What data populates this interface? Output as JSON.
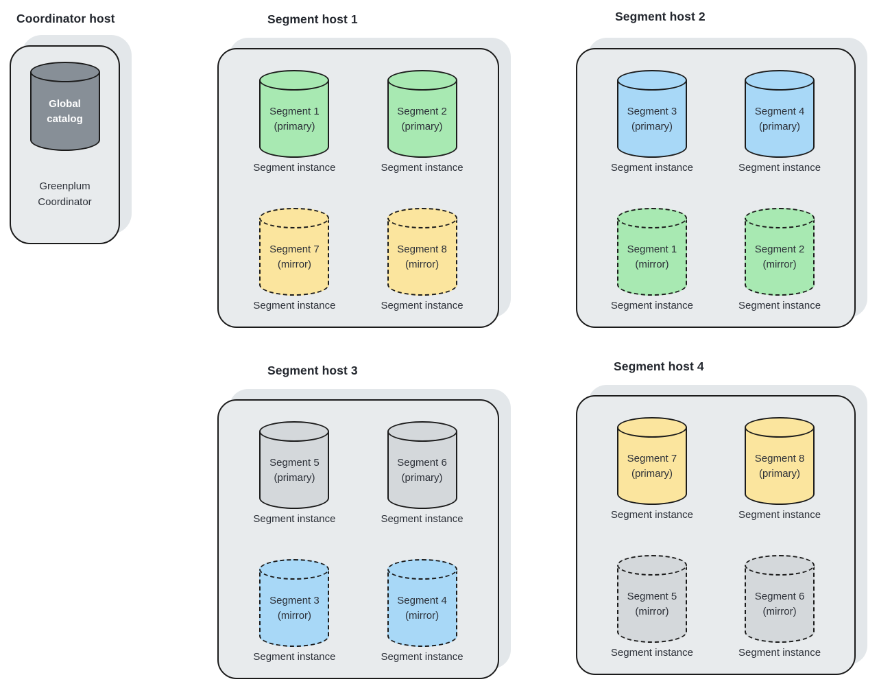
{
  "palette": {
    "green": "#a8e9b2",
    "blue": "#a8d8f7",
    "yellow": "#fbe59e",
    "gray": "#d4d8db",
    "dark_gray": "#878f97",
    "host_bg": "#e8ebed",
    "shadow": "#e3e7ea",
    "border": "#1b1b1b"
  },
  "coordinator": {
    "title": "Coordinator host",
    "catalog": {
      "label": "Global catalog",
      "color": "dark_gray",
      "border": "solid"
    },
    "caption": "Greenplum Coordinator"
  },
  "hosts": [
    {
      "title": "Segment host 1",
      "rows": [
        {
          "segments": [
            {
              "name": "Segment 1",
              "role": "(primary)",
              "color": "green",
              "border": "solid",
              "caption": "Segment instance"
            },
            {
              "name": "Segment 2",
              "role": "(primary)",
              "color": "green",
              "border": "solid",
              "caption": "Segment instance"
            }
          ]
        },
        {
          "segments": [
            {
              "name": "Segment 7",
              "role": "(mirror)",
              "color": "yellow",
              "border": "dashed",
              "caption": "Segment instance"
            },
            {
              "name": "Segment 8",
              "role": "(mirror)",
              "color": "yellow",
              "border": "dashed",
              "caption": "Segment instance"
            }
          ]
        }
      ]
    },
    {
      "title": "Segment host 2",
      "rows": [
        {
          "segments": [
            {
              "name": "Segment 3",
              "role": "(primary)",
              "color": "blue",
              "border": "solid",
              "caption": "Segment instance"
            },
            {
              "name": "Segment 4",
              "role": "(primary)",
              "color": "blue",
              "border": "solid",
              "caption": "Segment instance"
            }
          ]
        },
        {
          "segments": [
            {
              "name": "Segment 1",
              "role": "(mirror)",
              "color": "green",
              "border": "dashed",
              "caption": "Segment instance"
            },
            {
              "name": "Segment 2",
              "role": "(mirror)",
              "color": "green",
              "border": "dashed",
              "caption": "Segment instance"
            }
          ]
        }
      ]
    },
    {
      "title": "Segment host 3",
      "rows": [
        {
          "segments": [
            {
              "name": "Segment 5",
              "role": "(primary)",
              "color": "gray",
              "border": "solid",
              "caption": "Segment instance"
            },
            {
              "name": "Segment 6",
              "role": "(primary)",
              "color": "gray",
              "border": "solid",
              "caption": "Segment instance"
            }
          ]
        },
        {
          "segments": [
            {
              "name": "Segment 3",
              "role": "(mirror)",
              "color": "blue",
              "border": "dashed",
              "caption": "Segment instance"
            },
            {
              "name": "Segment 4",
              "role": "(mirror)",
              "color": "blue",
              "border": "dashed",
              "caption": "Segment instance"
            }
          ]
        }
      ]
    },
    {
      "title": "Segment host 4",
      "rows": [
        {
          "segments": [
            {
              "name": "Segment 7",
              "role": "(primary)",
              "color": "yellow",
              "border": "solid",
              "caption": "Segment instance"
            },
            {
              "name": "Segment 8",
              "role": "(primary)",
              "color": "yellow",
              "border": "solid",
              "caption": "Segment instance"
            }
          ]
        },
        {
          "segments": [
            {
              "name": "Segment 5",
              "role": "(mirror)",
              "color": "gray",
              "border": "dashed",
              "caption": "Segment instance"
            },
            {
              "name": "Segment 6",
              "role": "(mirror)",
              "color": "gray",
              "border": "dashed",
              "caption": "Segment instance"
            }
          ]
        }
      ]
    }
  ]
}
